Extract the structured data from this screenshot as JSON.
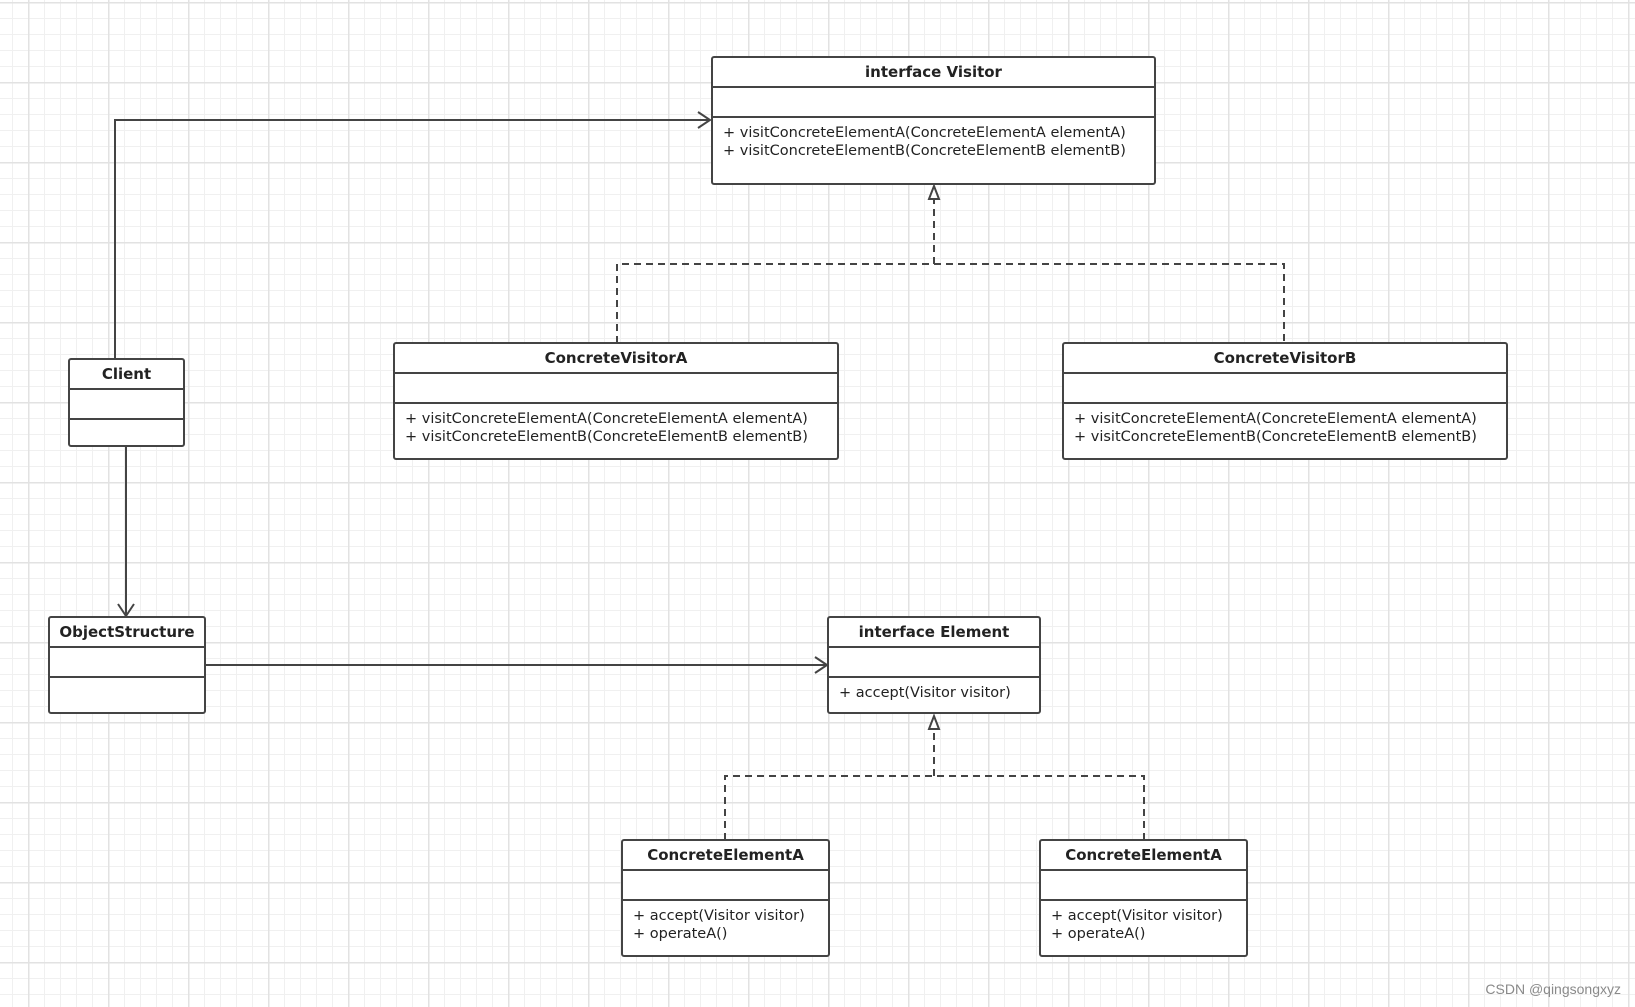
{
  "colors": {
    "line": "#444444",
    "grid": "#e2e2e2",
    "background": "#ffffff"
  },
  "classes": {
    "visitor": {
      "title": "interface Visitor",
      "operations": [
        "+ visitConcreteElementA(ConcreteElementA elementA)",
        "+ visitConcreteElementB(ConcreteElementB elementB)"
      ]
    },
    "concrete_visitor_a": {
      "title": "ConcreteVisitorA",
      "operations": [
        "+ visitConcreteElementA(ConcreteElementA elementA)",
        "+ visitConcreteElementB(ConcreteElementB elementB)"
      ]
    },
    "concrete_visitor_b": {
      "title": "ConcreteVisitorB",
      "operations": [
        "+ visitConcreteElementA(ConcreteElementA elementA)",
        "+ visitConcreteElementB(ConcreteElementB elementB)"
      ]
    },
    "client": {
      "title": "Client"
    },
    "object_structure": {
      "title": "ObjectStructure"
    },
    "element": {
      "title": "interface Element",
      "operations": [
        "+ accept(Visitor visitor)"
      ]
    },
    "concrete_element_left": {
      "title": "ConcreteElementA",
      "operations": [
        "+ accept(Visitor visitor)",
        "+ operateA()"
      ]
    },
    "concrete_element_right": {
      "title": "ConcreteElementA",
      "operations": [
        "+ accept(Visitor visitor)",
        "+ operateA()"
      ]
    }
  },
  "watermark": "CSDN @qingsongxyz"
}
